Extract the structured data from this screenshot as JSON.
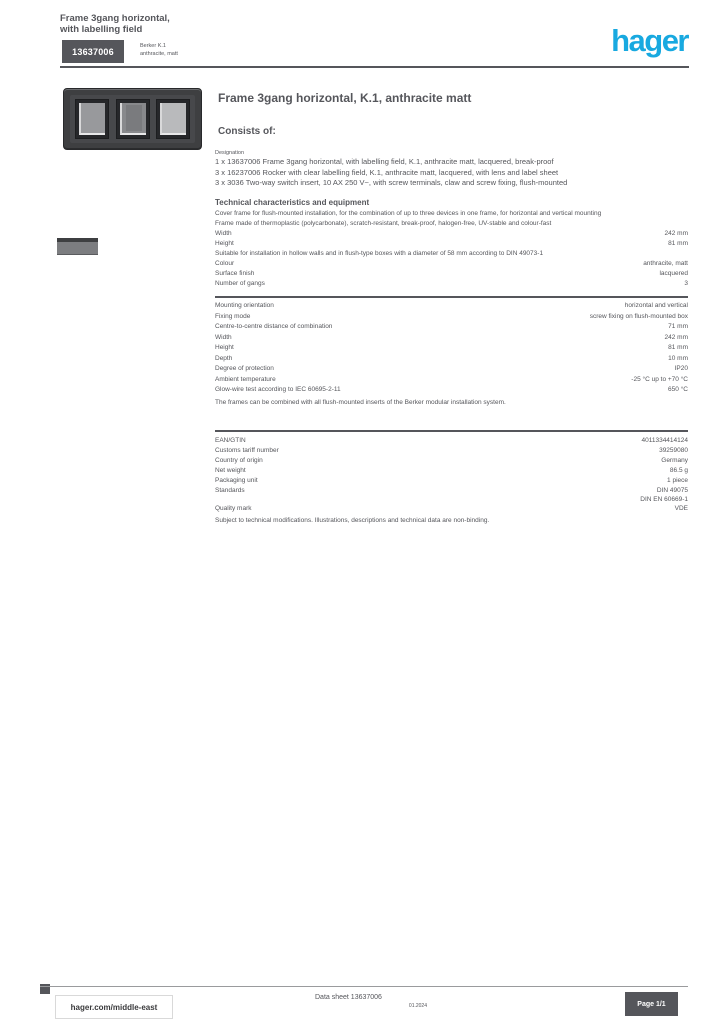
{
  "page": {
    "background": "#ffffff",
    "ink_color": "#55565B",
    "accent_color": "#18A9E0"
  },
  "header": {
    "title_line1": "Frame 3gang horizontal,",
    "title_line2": "with labelling field",
    "reference": "13637006",
    "family_line1": "Berker K.1",
    "family_line2": "anthracite, matt",
    "logo_text": "hager"
  },
  "product": {
    "heading": "Frame 3gang horizontal, K.1, anthracite matt",
    "consists_label": "Consists of:",
    "consists_header": "Designation",
    "consists_items": [
      "1 x 13637006  Frame 3gang horizontal, with labelling field, K.1, anthracite matt, lacquered, break-proof",
      "3 x 16237006  Rocker with clear labelling field, K.1, anthracite matt, lacquered, with lens and label sheet",
      "3 x 3036  Two-way switch insert, 10 AX 250 V~, with screw terminals, claw and screw fixing, flush-mounted"
    ]
  },
  "sections": [
    {
      "title": "Technical characteristics and equipment",
      "rows": [
        {
          "label": "Cover frame for flush-mounted installation, for the combination of up to three devices in one frame, for horizontal and vertical mounting",
          "value": ""
        },
        {
          "label": "Frame made of thermoplastic (polycarbonate), scratch-resistant, break-proof, halogen-free, UV-stable and colour-fast",
          "value": ""
        },
        {
          "label": "Width",
          "value": "242 mm"
        },
        {
          "label": "Height",
          "value": "81 mm"
        },
        {
          "label": "Suitable for installation in hollow walls and in flush-type boxes with a diameter of 58 mm according to DIN 49073-1",
          "value": ""
        },
        {
          "label": "Colour",
          "value": "anthracite, matt"
        },
        {
          "label": "Surface finish",
          "value": "lacquered"
        },
        {
          "label": "Number of gangs",
          "value": "3"
        }
      ]
    },
    {
      "title": "",
      "rows": [
        {
          "label": "Mounting orientation",
          "value": "horizontal and vertical"
        },
        {
          "label": "Fixing mode",
          "value": "screw fixing on flush-mounted box"
        },
        {
          "label": "Centre-to-centre distance of combination",
          "value": "71 mm"
        },
        {
          "label": "Width",
          "value": "242 mm"
        },
        {
          "label": "Height",
          "value": "81 mm"
        },
        {
          "label": "Depth",
          "value": "10 mm"
        },
        {
          "label": "Degree of protection",
          "value": "IP20"
        },
        {
          "label": "Ambient temperature",
          "value": "-25 °C up to +70 °C"
        },
        {
          "label": "Glow-wire test according to IEC 60695-2-11",
          "value": "650 °C"
        }
      ],
      "note": "The frames can be combined with all flush-mounted inserts of the Berker modular installation system."
    },
    {
      "title": "",
      "rows": [
        {
          "label": "EAN/GTIN",
          "value": "4011334414124"
        },
        {
          "label": "Customs tariff number",
          "value": "39259080"
        },
        {
          "label": "Country of origin",
          "value": "Germany"
        },
        {
          "label": "Net weight",
          "value": "86.5 g"
        },
        {
          "label": "Packaging unit",
          "value": "1 piece"
        },
        {
          "label": "Standards",
          "value": [
            "DIN 49075",
            "DIN EN 60669-1"
          ]
        },
        {
          "label": "Quality mark",
          "value": "VDE"
        }
      ],
      "note": "Subject to technical modifications. Illustrations, descriptions and technical data are non-binding."
    }
  ],
  "footer": {
    "website": "hager.com/middle-east",
    "doc_label": "Data sheet 13637006",
    "doc_version": "01.2024",
    "page_label": "Page 1/1"
  }
}
